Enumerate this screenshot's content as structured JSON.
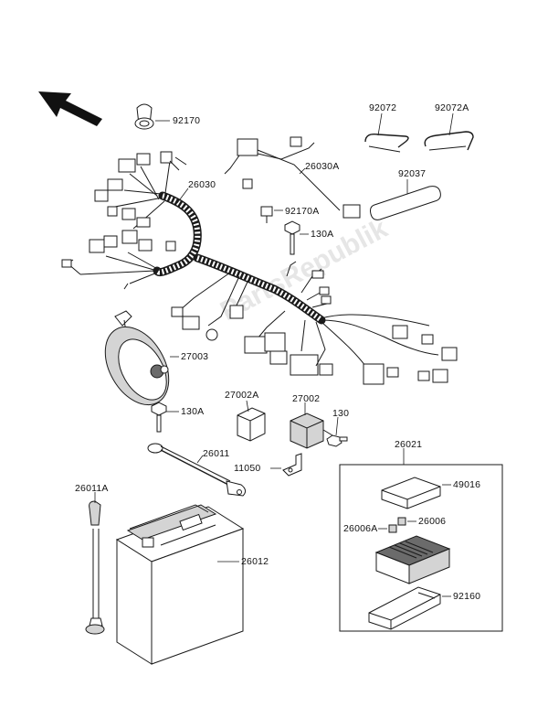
{
  "watermark": "PartsRepublik",
  "parts": [
    {
      "id": "p92170",
      "label": "92170"
    },
    {
      "id": "p92072",
      "label": "92072"
    },
    {
      "id": "p92072A",
      "label": "92072A"
    },
    {
      "id": "p26030",
      "label": "26030"
    },
    {
      "id": "p26030A",
      "label": "26030A"
    },
    {
      "id": "p92037",
      "label": "92037"
    },
    {
      "id": "p92170A",
      "label": "92170A"
    },
    {
      "id": "p130A_top",
      "label": "130A"
    },
    {
      "id": "p27003",
      "label": "27003"
    },
    {
      "id": "p130A_left",
      "label": "130A"
    },
    {
      "id": "p27002A",
      "label": "27002A"
    },
    {
      "id": "p27002",
      "label": "27002"
    },
    {
      "id": "p130",
      "label": "130"
    },
    {
      "id": "p26021",
      "label": "26021"
    },
    {
      "id": "p26011",
      "label": "26011"
    },
    {
      "id": "p11050",
      "label": "11050"
    },
    {
      "id": "p49016",
      "label": "49016"
    },
    {
      "id": "p26011A",
      "label": "26011A"
    },
    {
      "id": "p26006",
      "label": "26006"
    },
    {
      "id": "p26006A",
      "label": "26006A"
    },
    {
      "id": "p26012",
      "label": "26012"
    },
    {
      "id": "p92160",
      "label": "92160"
    }
  ]
}
